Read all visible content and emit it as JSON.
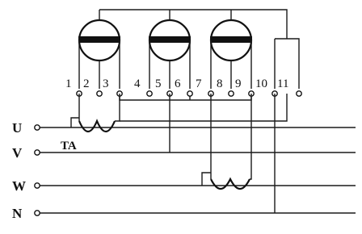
{
  "terminals": [
    "1",
    "2",
    "3",
    "4",
    "5",
    "6",
    "7",
    "8",
    "9",
    "10",
    "11"
  ],
  "phases": [
    "U",
    "V",
    "W",
    "N"
  ],
  "ct_label": "TA"
}
